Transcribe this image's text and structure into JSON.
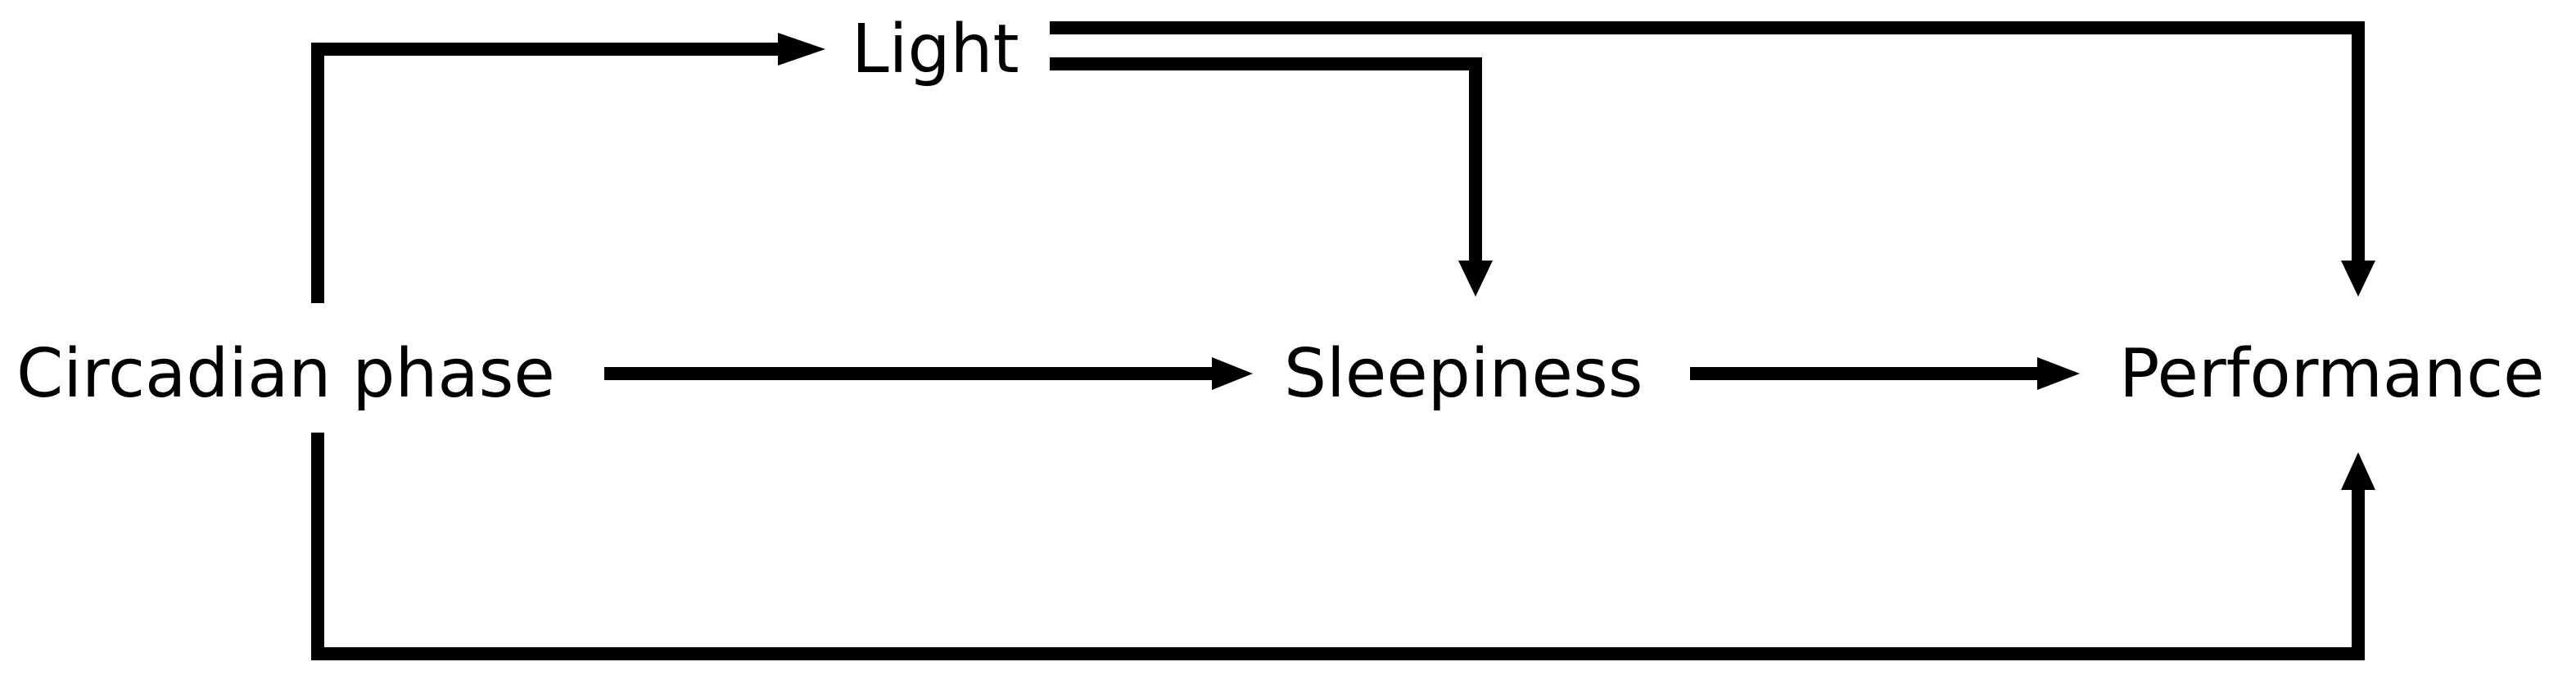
{
  "nodes": {
    "light": {
      "label": "Light"
    },
    "circadian_phase": {
      "label": "Circadian phase"
    },
    "sleepiness": {
      "label": "Sleepiness"
    },
    "performance": {
      "label": "Performance"
    }
  },
  "edges": [
    {
      "from": "circadian_phase",
      "to": "light"
    },
    {
      "from": "light",
      "to": "performance"
    },
    {
      "from": "light",
      "to": "sleepiness"
    },
    {
      "from": "circadian_phase",
      "to": "sleepiness"
    },
    {
      "from": "sleepiness",
      "to": "performance"
    },
    {
      "from": "circadian_phase",
      "to": "performance"
    }
  ],
  "colors": {
    "line": "#000000",
    "text": "#000000",
    "background": "#ffffff"
  }
}
